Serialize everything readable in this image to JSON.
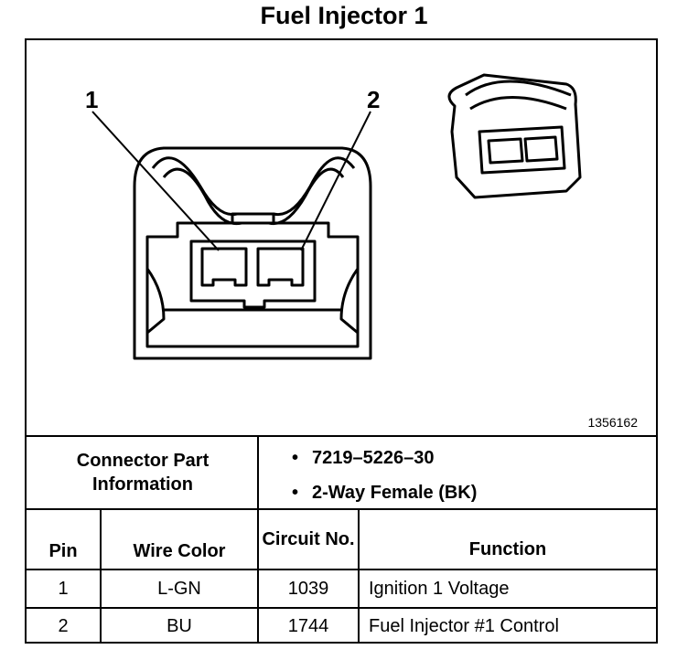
{
  "title": "Fuel Injector 1",
  "figure": {
    "callouts": [
      "1",
      "2"
    ],
    "figure_id": "1356162"
  },
  "connector": {
    "label": "Connector Part Information",
    "details": [
      "7219–5226–30",
      "2-Way Female (BK)"
    ]
  },
  "table": {
    "headers": [
      "Pin",
      "Wire Color",
      "Circuit No.",
      "Function"
    ],
    "rows": [
      [
        "1",
        "L-GN",
        "1039",
        "Ignition 1 Voltage"
      ],
      [
        "2",
        "BU",
        "1744",
        "Fuel Injector #1 Control"
      ]
    ]
  }
}
